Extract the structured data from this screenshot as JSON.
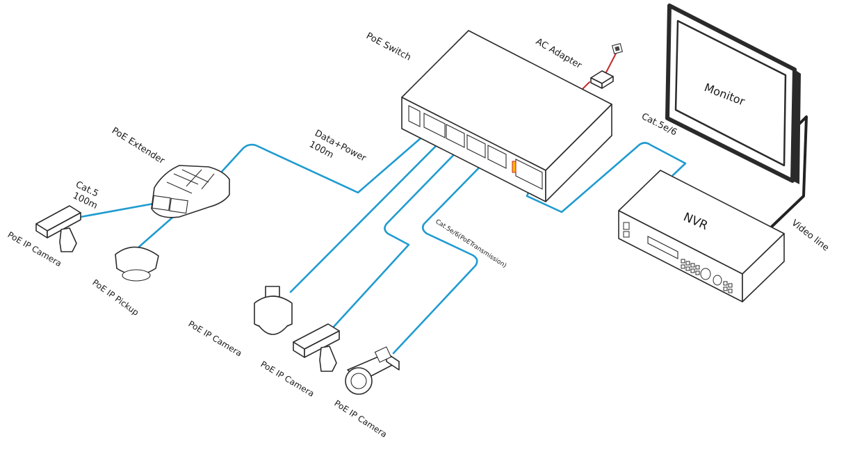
{
  "colors": {
    "cable": "#1f9bd0",
    "power_cable": "#c62828",
    "video_line": "#222222",
    "device_outline": "#2a2a2a"
  },
  "labels": {
    "poe_switch": "PoE  Switch",
    "ac_adapter": "AC Adapter",
    "monitor": "Monitor",
    "nvr": "NVR",
    "video_line": "Video line",
    "cat5e6_nvr": "Cat.5e/6",
    "data_power_1": "Data+Power",
    "data_power_2": "100m",
    "poe_extender": "PoE Extender",
    "cat5_1": "Cat.5",
    "cat5_2": "100m",
    "cat5e6_poe": "Cat.5e/6(PoETransmission)",
    "camera_left": "PoE IP Camera",
    "pickup": "PoE IP Pickup",
    "camera_dome": "PoE IP Camera",
    "camera_box": "PoE IP Camera",
    "camera_bullet": "PoE IP Camera"
  },
  "icons": [
    "poe-switch-icon",
    "ac-adapter-icon",
    "monitor-icon",
    "nvr-icon",
    "poe-extender-icon",
    "box-camera-icon",
    "pickup-icon",
    "dome-camera-icon",
    "bullet-camera-icon"
  ]
}
